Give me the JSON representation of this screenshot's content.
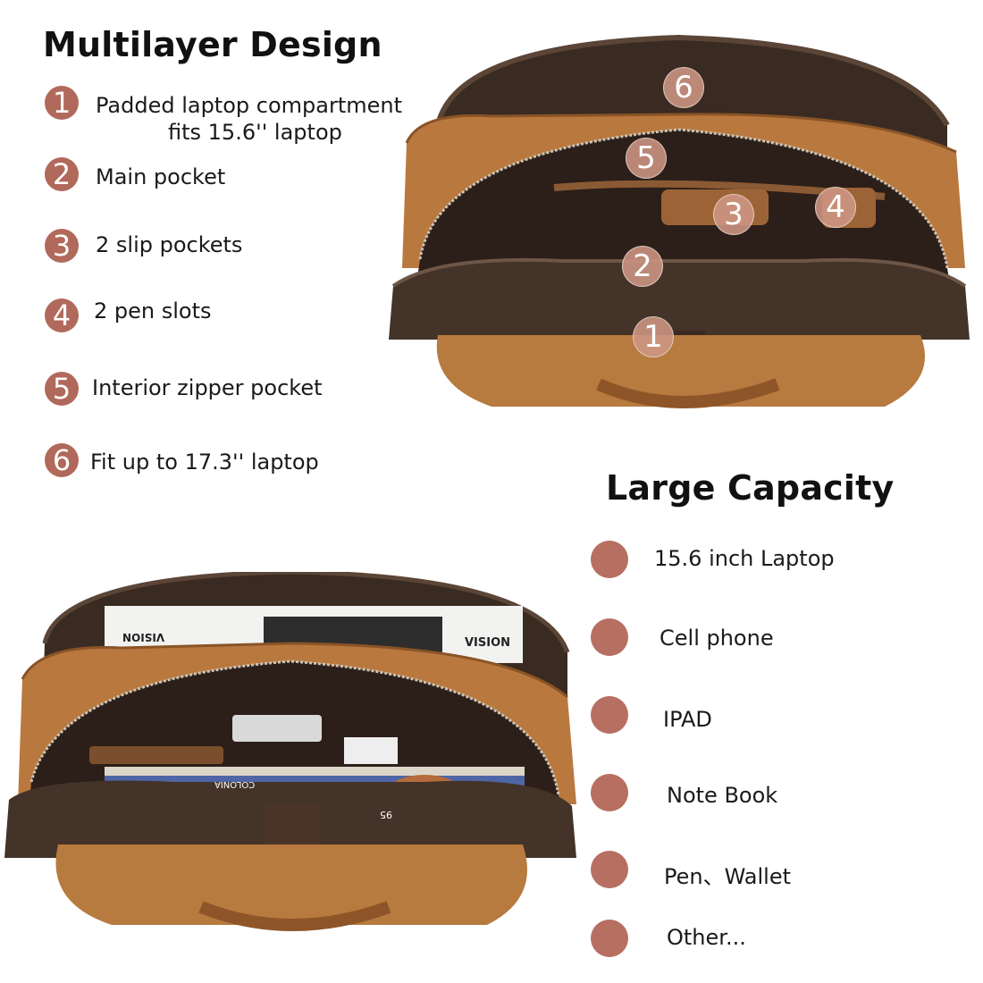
{
  "multilayer": {
    "heading": "Multilayer Design",
    "features": [
      {
        "number": "1",
        "line1": "Padded laptop compartment",
        "line2": "fits 15.6'' laptop"
      },
      {
        "number": "2",
        "line1": "Main pocket"
      },
      {
        "number": "3",
        "line1": "2 slip pockets"
      },
      {
        "number": "4",
        "line1": "2 pen slots"
      },
      {
        "number": "5",
        "line1": "Interior zipper pocket"
      },
      {
        "number": "6",
        "line1": "Fit up to 17.3'' laptop"
      }
    ]
  },
  "bag_callouts": [
    "1",
    "2",
    "3",
    "4",
    "5",
    "6"
  ],
  "capacity": {
    "heading": "Large Capacity",
    "items": [
      "15.6 inch Laptop",
      "Cell phone",
      "IPAD",
      "Note Book",
      "Pen、Wallet",
      "Other..."
    ]
  },
  "book_labels": {
    "magazine_a": "VISION",
    "magazine_b": "VISION",
    "spine_left": "COLONIA",
    "spine_right": "95"
  },
  "colors": {
    "badge": "#b0695a",
    "dot": "#b76f62",
    "leather": "#b77a3f",
    "lining": "#3a2a22"
  }
}
